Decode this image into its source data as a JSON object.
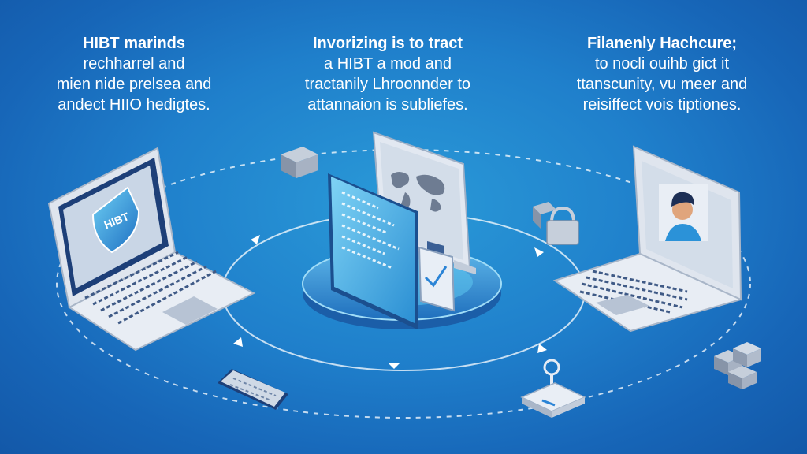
{
  "captions": {
    "left": [
      "HIBT marinds",
      "rechharrel and",
      "mien nide prelsea and",
      "andect HIIO hedigtes."
    ],
    "middle": [
      "Invorizing is to tract",
      "a HIBT a mod and",
      "tractanily Lhroonnder to",
      "attannaion is subliefes."
    ],
    "right": [
      "Filanenly Hachcure;",
      "to nocli ouihb gict it",
      "ttanscunity, vu meer and",
      "reisiffect vois tiptiones."
    ]
  },
  "shield_label": "HIBT",
  "colors": {
    "background": "#1f7fcb",
    "device_body": "#e3e8f0",
    "screen_dark": "#1d3f78",
    "accent_cyan": "#4fc3ef",
    "text": "#ffffff"
  },
  "icons": [
    "shield-icon",
    "world-map-icon",
    "checkmark-icon",
    "user-avatar-icon",
    "padlock-icon",
    "cube-icon",
    "key-fob-icon",
    "phone-device"
  ]
}
